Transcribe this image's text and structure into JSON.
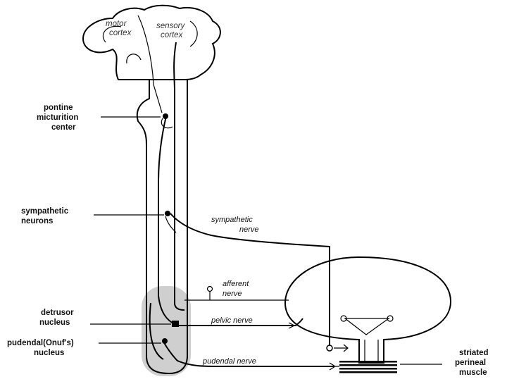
{
  "brain": {
    "motor_cortex": [
      "motor",
      "cortex"
    ],
    "sensory_cortex": [
      "sensory",
      "cortex"
    ]
  },
  "labels": {
    "pontine": [
      "pontine",
      "micturition",
      "center"
    ],
    "sympathetic_neurons": [
      "sympathetic",
      "neurons"
    ],
    "detrusor": [
      "detrusor",
      "nucleus"
    ],
    "pudendal_nucleus": [
      "pudendal(Onuf's)",
      "nucleus"
    ],
    "striated": [
      "striated",
      "perineal",
      "muscle"
    ]
  },
  "nerves": {
    "sympathetic": [
      "sympathetic",
      "nerve"
    ],
    "afferent": [
      "afferent",
      "nerve"
    ],
    "pelvic": "pelvic nerve",
    "pudendal": "pudendal nerve"
  },
  "colors": {
    "brain_fill": "#d9d9d9",
    "cord_fill": "#ffffff",
    "sacral_highlight": "#cfcfcf",
    "bladder_fill": "#ffffff",
    "line": "#000000"
  }
}
